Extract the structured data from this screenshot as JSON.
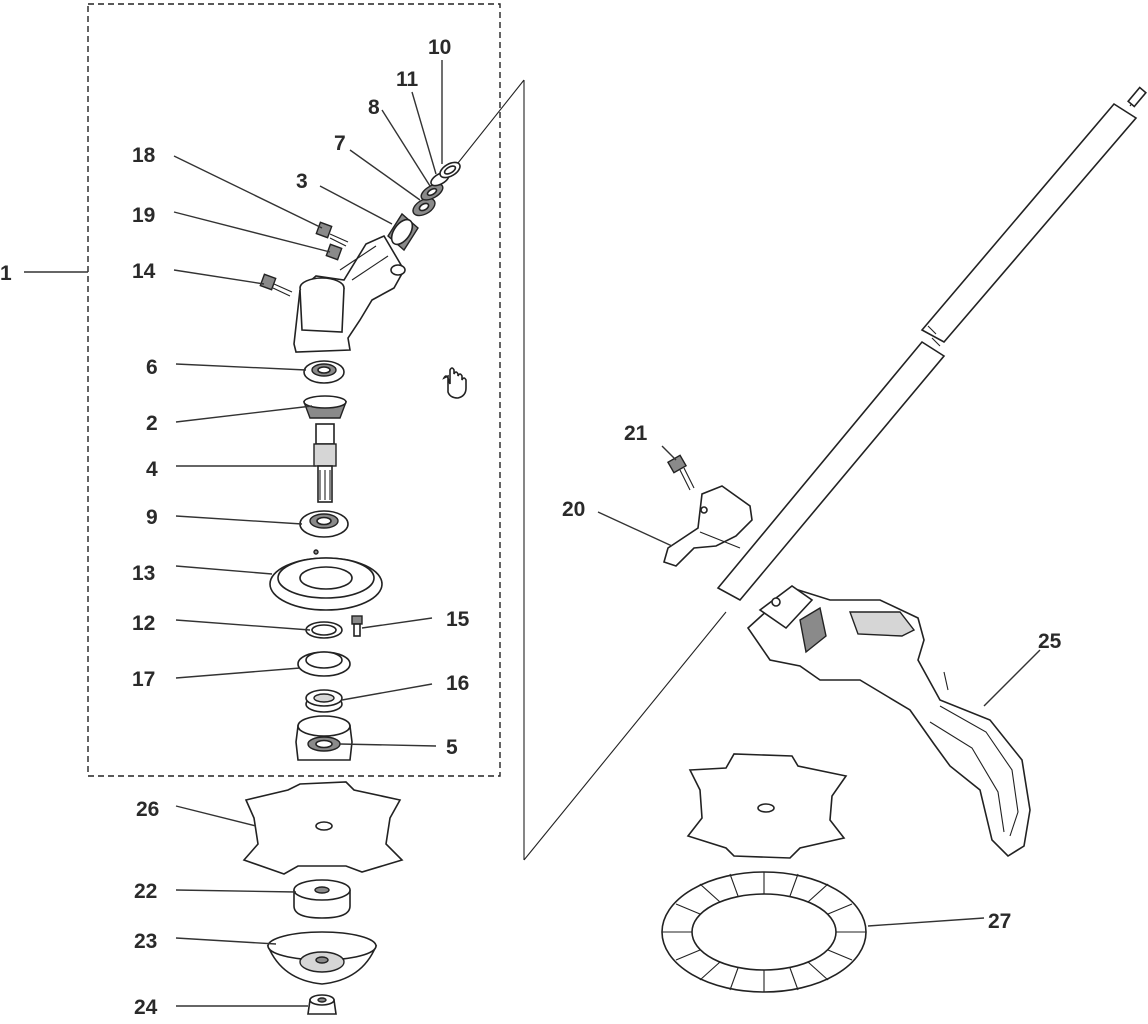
{
  "diagram": {
    "callouts": {
      "c1": "1",
      "c2": "2",
      "c3": "3",
      "c4": "4",
      "c5": "5",
      "c6": "6",
      "c7": "7",
      "c8": "8",
      "c9": "9",
      "c10": "10",
      "c11": "11",
      "c12": "12",
      "c13": "13",
      "c14": "14",
      "c15": "15",
      "c16": "16",
      "c17": "17",
      "c18": "18",
      "c19": "19",
      "c20": "20",
      "c21": "21",
      "c22": "22",
      "c23": "23",
      "c24": "24",
      "c25": "25",
      "c26": "26",
      "c27": "27"
    },
    "cursor": "hand-cursor-icon"
  }
}
